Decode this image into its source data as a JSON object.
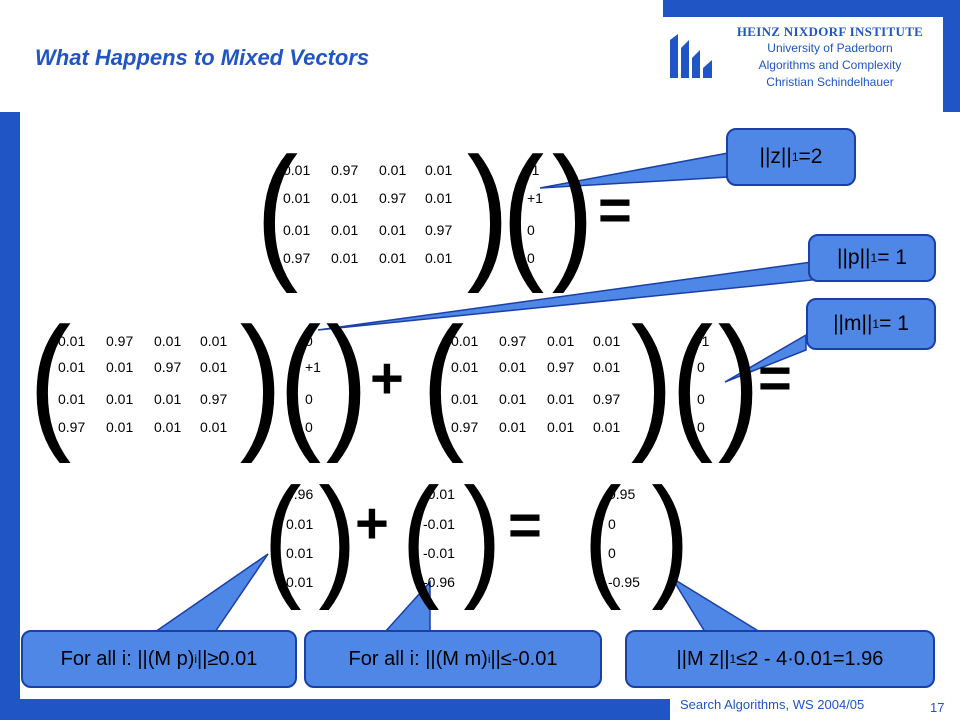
{
  "header": {
    "title": "What Happens to Mixed Vectors",
    "institute_name": "HEINZ NIXDORF INSTITUTE",
    "institute_lines": [
      "University of Paderborn",
      "Algorithms and Complexity",
      "Christian Schindelhauer"
    ]
  },
  "footer": {
    "course": "Search Algorithms, WS 2004/05",
    "page": "17"
  },
  "matrix": [
    [
      "0.01",
      "0.97",
      "0.01",
      "0.01"
    ],
    [
      "0.01",
      "0.01",
      "0.97",
      "0.01"
    ],
    [
      "0.01",
      "0.01",
      "0.01",
      "0.97"
    ],
    [
      "0.97",
      "0.01",
      "0.01",
      "0.01"
    ]
  ],
  "vectors": {
    "z": [
      "-1",
      "+1",
      "0",
      "0"
    ],
    "p": [
      "0",
      "+1",
      "0",
      "0"
    ],
    "m": [
      "-1",
      "0",
      "0",
      "0"
    ],
    "mp": [
      "0.96",
      "0.01",
      "0.01",
      "0.01"
    ],
    "mm": [
      "-0.01",
      "-0.01",
      "-0.01",
      "-0.96"
    ],
    "mz": [
      "0.95",
      "0",
      "0",
      "-0.95"
    ]
  },
  "symbols": {
    "equals": "=",
    "plus": "+"
  },
  "bubbles": {
    "z_norm": {
      "base": "||z||",
      "sub": "1",
      "rest": "=2"
    },
    "p_norm": {
      "base": "||p||",
      "sub": "1",
      "rest": "= 1"
    },
    "m_norm": {
      "base": "||m||",
      "sub": "1",
      "rest": "= 1"
    },
    "mp_claim": {
      "pre": "For all i: ||(M p)",
      "sub": "i",
      "mid": "|| ",
      "op": "≥",
      "rest": " 0.01"
    },
    "mm_claim": {
      "pre": "For all i: ||(M m)",
      "sub": "i",
      "mid": "|| ",
      "op": "≤",
      "rest": " -0.01"
    },
    "mz_claim": {
      "pre": "||M z||",
      "sub": "1",
      "mid": " ",
      "op": "≤",
      "rest": " 2 - 4·0.01=1.96"
    }
  },
  "colors": {
    "accent": "#1f55c4",
    "bubble_fill": "#4f87e6",
    "bubble_border": "#1a3fa6"
  }
}
